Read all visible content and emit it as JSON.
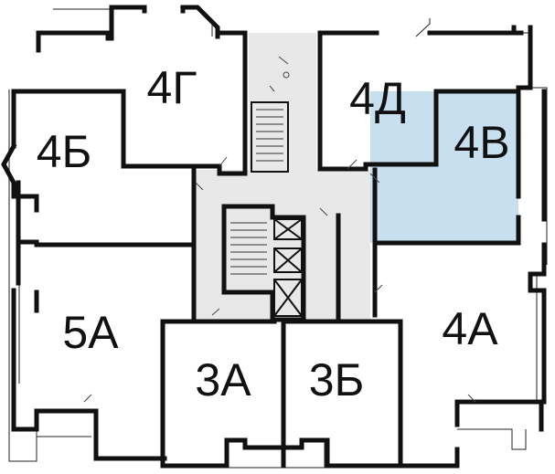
{
  "colors": {
    "selected_unit": "#c8dff0",
    "common_area": "#e8e8e8",
    "wall": "#111111",
    "background": "#ffffff"
  },
  "units": [
    {
      "id": "4g",
      "label": "4Г",
      "selected": false
    },
    {
      "id": "4d",
      "label": "4Д",
      "selected": false
    },
    {
      "id": "4b",
      "label": "4Б",
      "selected": false
    },
    {
      "id": "4v",
      "label": "4В",
      "selected": true
    },
    {
      "id": "5a",
      "label": "5А",
      "selected": false
    },
    {
      "id": "4a",
      "label": "4А",
      "selected": false
    },
    {
      "id": "3a",
      "label": "3А",
      "selected": false
    },
    {
      "id": "3b",
      "label": "3Б",
      "selected": false
    }
  ],
  "icons": [
    "stair-icon",
    "elevator-icon"
  ]
}
